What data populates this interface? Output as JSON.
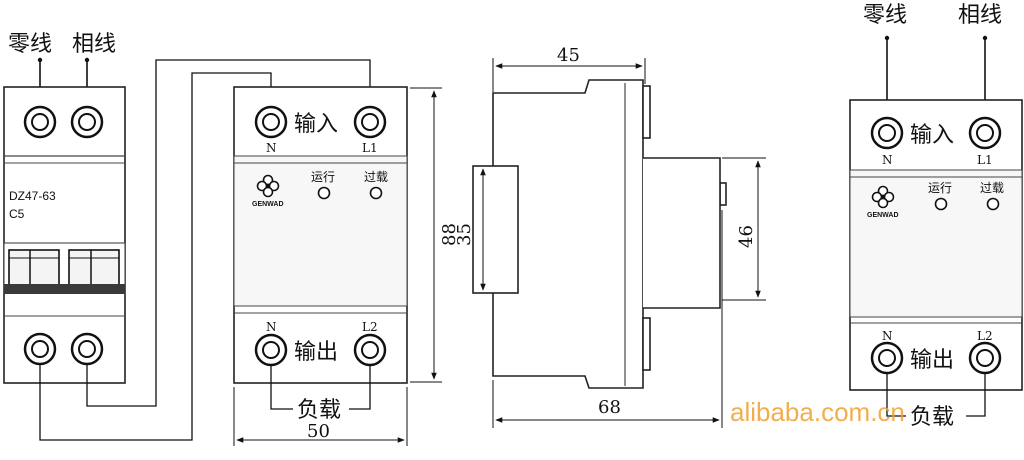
{
  "left_labels": {
    "neutral": "零线",
    "phase": "相线"
  },
  "breaker": {
    "model": "DZ47-63",
    "rating": "C5"
  },
  "device": {
    "input_label": "输入",
    "output_label": "输出",
    "terminal_n": "N",
    "terminal_l1": "L1",
    "terminal_l2": "L2",
    "led_run": "运行",
    "led_overload": "过载",
    "brand": "GENWAD"
  },
  "load_label": "负载",
  "dimensions": {
    "front_width": "50",
    "front_height": "88",
    "side_depth_top": "45",
    "side_rail": "35",
    "side_depth_bottom": "68",
    "side_window": "46"
  },
  "right_labels": {
    "neutral": "零线",
    "phase": "相线"
  },
  "watermark": "alibaba.com.cn"
}
